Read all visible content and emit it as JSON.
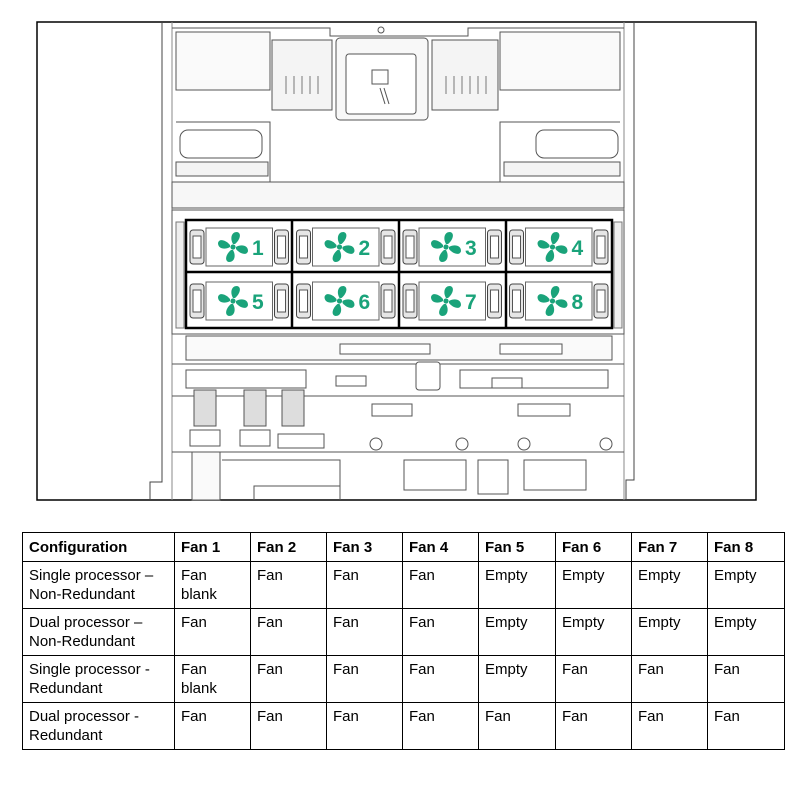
{
  "diagram": {
    "fan_bays": [
      {
        "number": "1"
      },
      {
        "number": "2"
      },
      {
        "number": "3"
      },
      {
        "number": "4"
      },
      {
        "number": "5"
      },
      {
        "number": "6"
      },
      {
        "number": "7"
      },
      {
        "number": "8"
      }
    ],
    "accent_color": "#1aa37a"
  },
  "table": {
    "headers": [
      "Configuration",
      "Fan 1",
      "Fan 2",
      "Fan 3",
      "Fan 4",
      "Fan 5",
      "Fan 6",
      "Fan 7",
      "Fan 8"
    ],
    "rows": [
      [
        "Single processor – Non-Redundant",
        "Fan blank",
        "Fan",
        "Fan",
        "Fan",
        "Empty",
        "Empty",
        "Empty",
        "Empty"
      ],
      [
        "Dual processor – Non-Redundant",
        "Fan",
        "Fan",
        "Fan",
        "Fan",
        "Empty",
        "Empty",
        "Empty",
        "Empty"
      ],
      [
        "Single processor - Redundant",
        "Fan blank",
        "Fan",
        "Fan",
        "Fan",
        "Empty",
        "Fan",
        "Fan",
        "Fan"
      ],
      [
        "Dual processor - Redundant",
        "Fan",
        "Fan",
        "Fan",
        "Fan",
        "Fan",
        "Fan",
        "Fan",
        "Fan"
      ]
    ]
  }
}
